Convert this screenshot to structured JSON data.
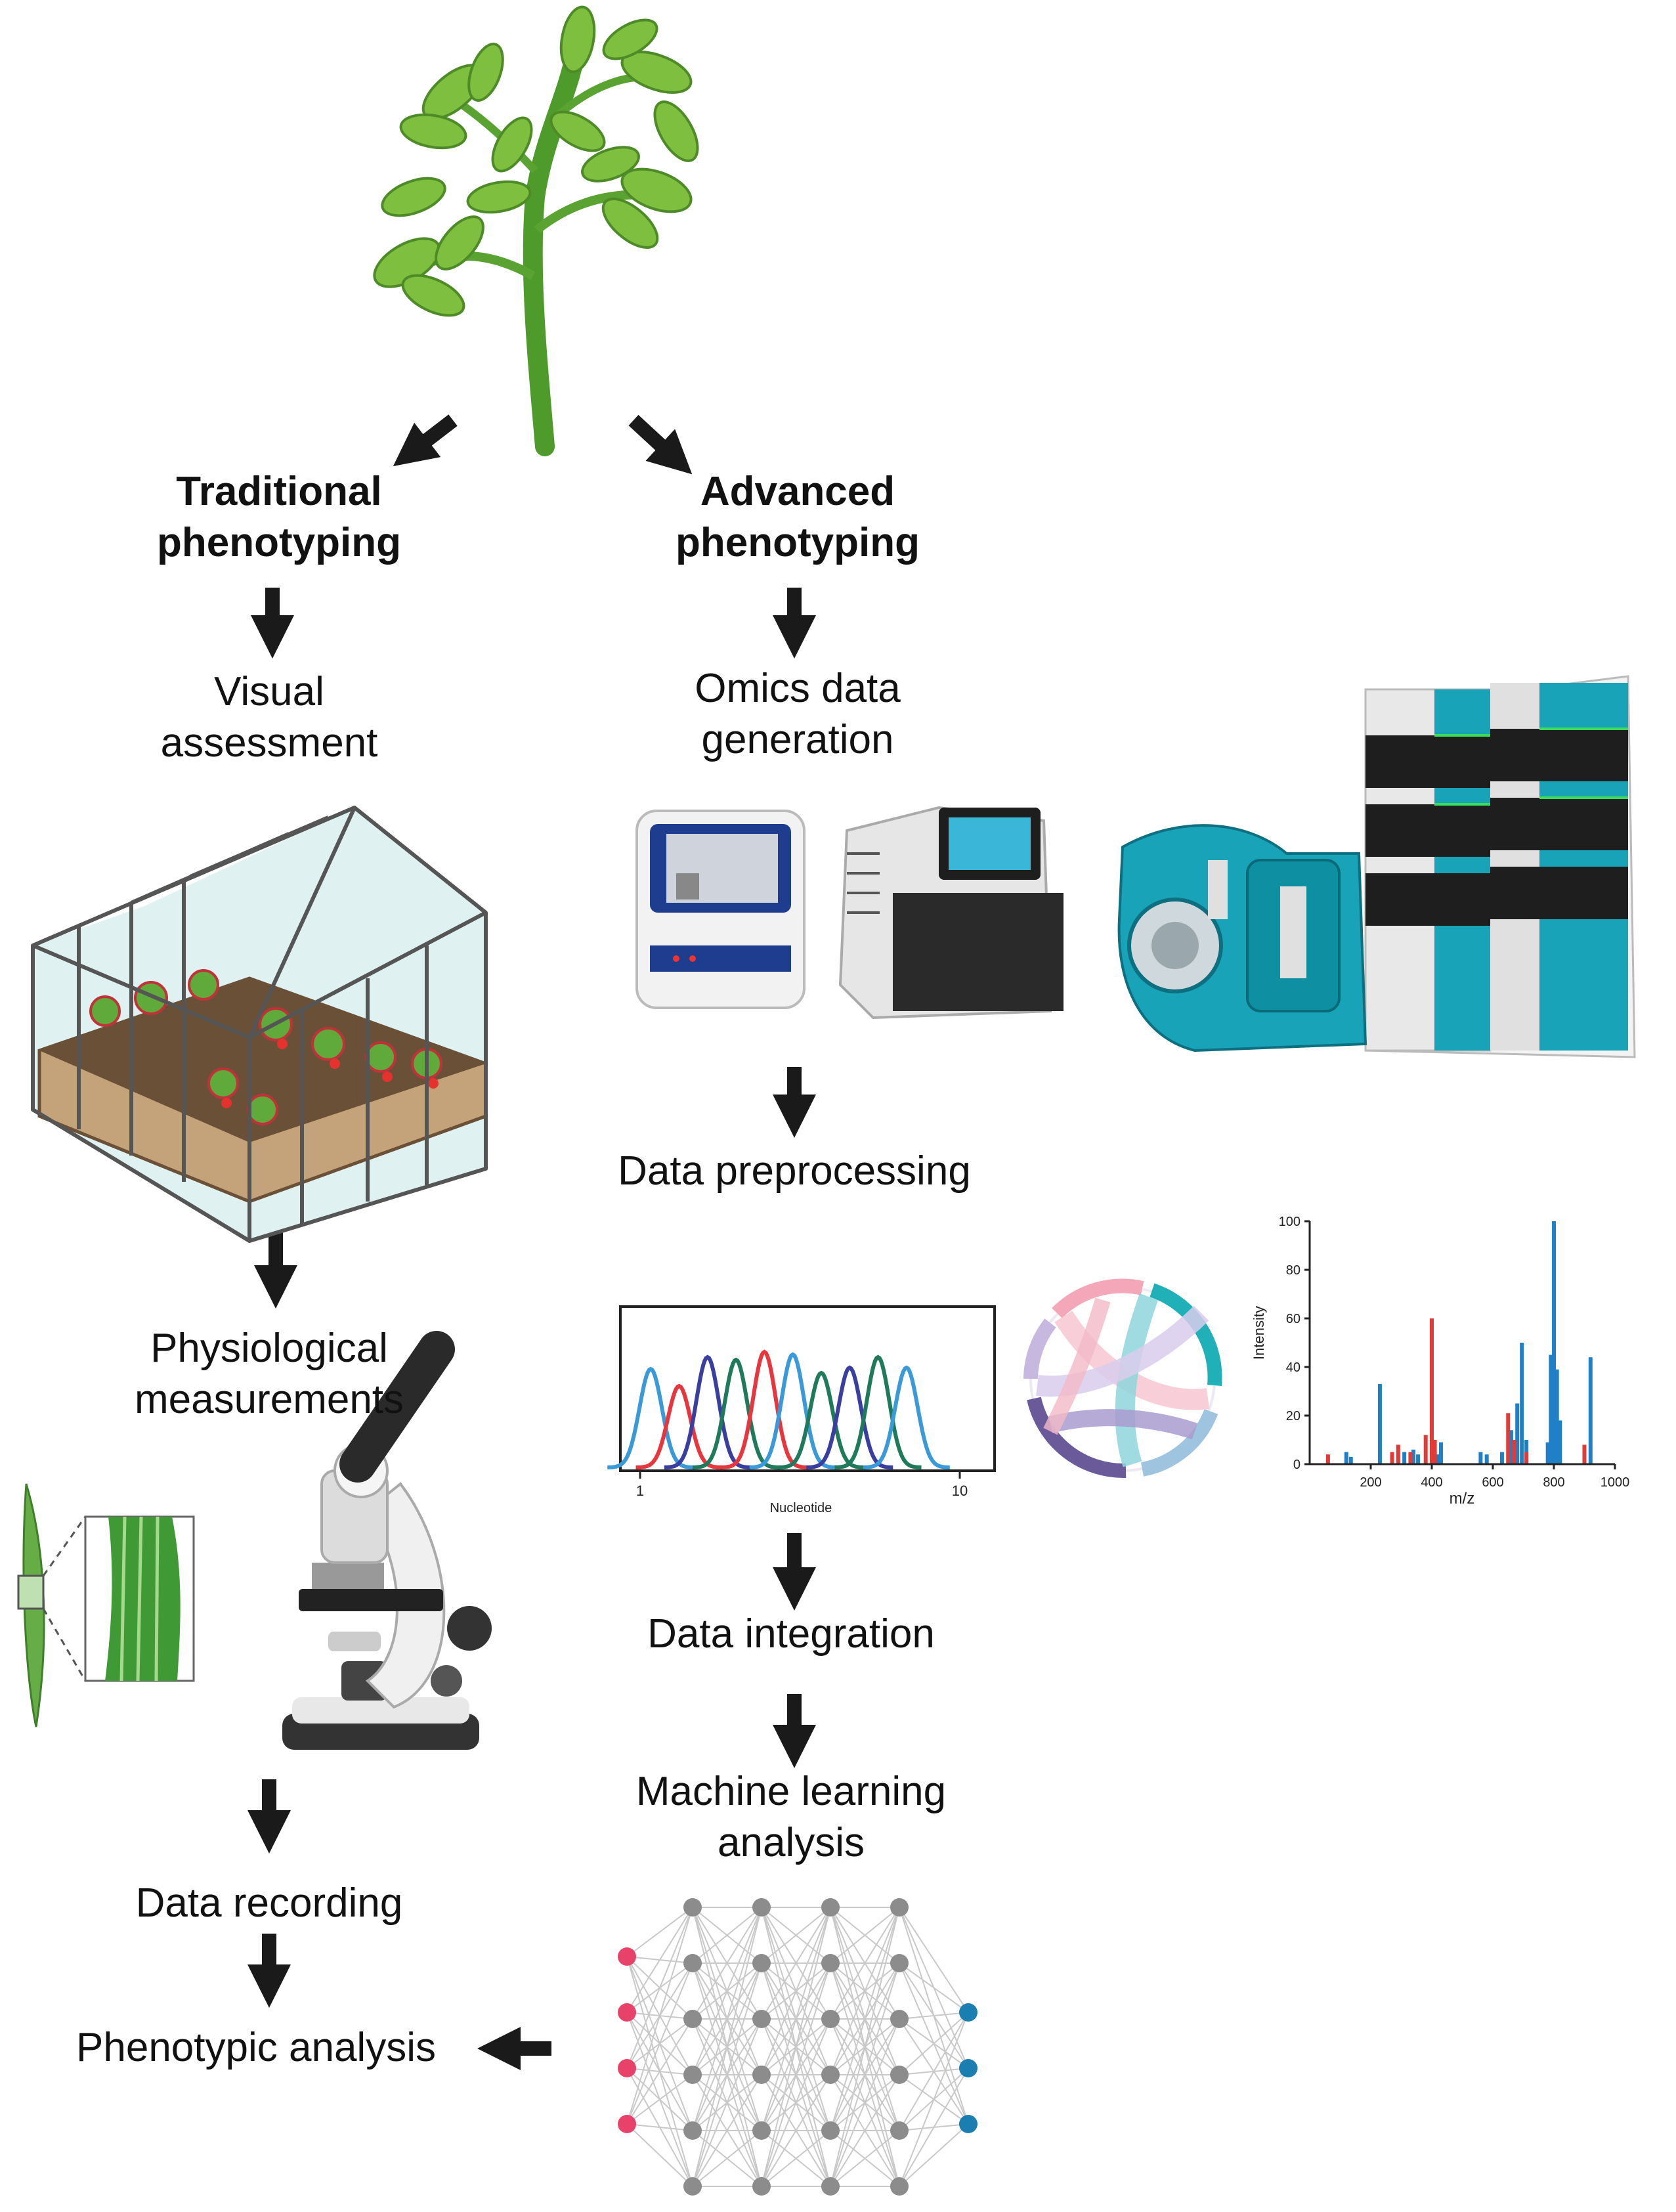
{
  "labels": {
    "traditional_1": "Traditional",
    "traditional_2": "phenotyping",
    "advanced_1": "Advanced",
    "advanced_2": "phenotyping",
    "visual_1": "Visual",
    "visual_2": "assessment",
    "omics_1": "Omics data",
    "omics_2": "generation",
    "preprocessing": "Data preprocessing",
    "physio_1": "Physiological",
    "physio_2": "measurements",
    "integration": "Data integration",
    "ml_1": "Machine learning",
    "ml_2": "analysis",
    "recording": "Data recording",
    "phenotypic": "Phenotypic analysis"
  },
  "chromatogram": {
    "xlabel": "Nucleotide",
    "tick_start": "1",
    "tick_end": "10",
    "peaks": [
      {
        "x": 1.3,
        "h": 0.75,
        "color": "#3a9ad9"
      },
      {
        "x": 2.1,
        "h": 0.62,
        "color": "#e8363e"
      },
      {
        "x": 2.9,
        "h": 0.84,
        "color": "#3a3ea0"
      },
      {
        "x": 3.7,
        "h": 0.82,
        "color": "#1f7a5c"
      },
      {
        "x": 4.5,
        "h": 0.88,
        "color": "#e8363e"
      },
      {
        "x": 5.3,
        "h": 0.86,
        "color": "#3a9ad9"
      },
      {
        "x": 6.1,
        "h": 0.72,
        "color": "#1f7a5c"
      },
      {
        "x": 6.9,
        "h": 0.76,
        "color": "#3a3ea0"
      },
      {
        "x": 7.7,
        "h": 0.84,
        "color": "#1f7a5c"
      },
      {
        "x": 8.5,
        "h": 0.76,
        "color": "#3a9ad9"
      }
    ]
  },
  "mass_spectrum": {
    "xlabel": "m/z",
    "ylabel": "Intensity",
    "xticks": [
      "200",
      "400",
      "600",
      "800",
      "1000"
    ],
    "yticks": [
      "0",
      "20",
      "40",
      "60",
      "80",
      "100"
    ],
    "red_peaks": [
      [
        60,
        4
      ],
      [
        270,
        5
      ],
      [
        290,
        8
      ],
      [
        330,
        5
      ],
      [
        380,
        12
      ],
      [
        400,
        60
      ],
      [
        410,
        10
      ],
      [
        650,
        21
      ],
      [
        670,
        10
      ],
      [
        710,
        5
      ],
      [
        900,
        8
      ]
    ],
    "blue_peaks": [
      [
        120,
        5
      ],
      [
        135,
        3
      ],
      [
        230,
        33
      ],
      [
        310,
        5
      ],
      [
        340,
        6
      ],
      [
        355,
        4
      ],
      [
        420,
        4
      ],
      [
        430,
        9
      ],
      [
        560,
        5
      ],
      [
        580,
        4
      ],
      [
        630,
        5
      ],
      [
        660,
        14
      ],
      [
        680,
        25
      ],
      [
        695,
        50
      ],
      [
        710,
        10
      ],
      [
        780,
        9
      ],
      [
        790,
        45
      ],
      [
        800,
        100
      ],
      [
        810,
        39
      ],
      [
        820,
        18
      ],
      [
        920,
        44
      ]
    ]
  },
  "neural_network": {
    "input_color": "#e8426b",
    "hidden_color": "#8c8c8c",
    "output_color": "#1a7fb0"
  }
}
